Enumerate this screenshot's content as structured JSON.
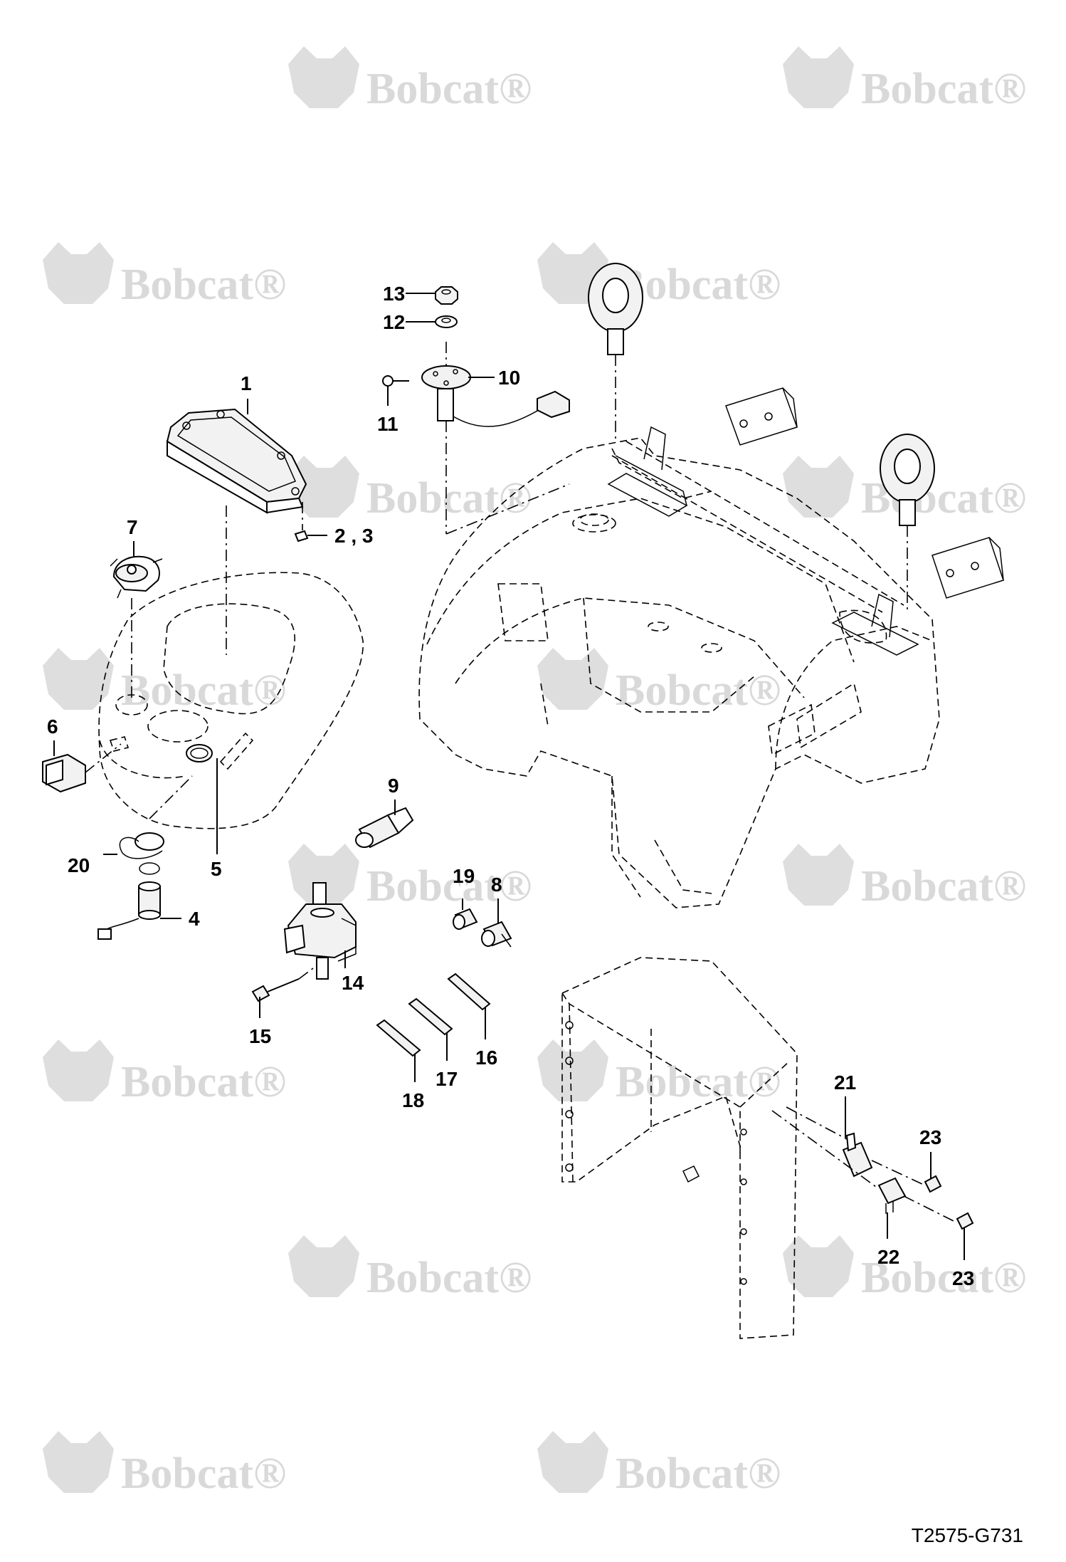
{
  "figure_id": "T2575-G731",
  "watermark": {
    "text": "Bobcat",
    "mark": "®"
  },
  "callouts": [
    {
      "id": "c1",
      "text": "1"
    },
    {
      "id": "c2",
      "text": "2 , 3"
    },
    {
      "id": "c4",
      "text": "4"
    },
    {
      "id": "c5",
      "text": "5"
    },
    {
      "id": "c6",
      "text": "6"
    },
    {
      "id": "c7",
      "text": "7"
    },
    {
      "id": "c8",
      "text": "8"
    },
    {
      "id": "c9",
      "text": "9"
    },
    {
      "id": "c10",
      "text": "10"
    },
    {
      "id": "c11",
      "text": "11"
    },
    {
      "id": "c12",
      "text": "12"
    },
    {
      "id": "c13",
      "text": "13"
    },
    {
      "id": "c14",
      "text": "14"
    },
    {
      "id": "c15",
      "text": "15"
    },
    {
      "id": "c16",
      "text": "16"
    },
    {
      "id": "c17",
      "text": "17"
    },
    {
      "id": "c18",
      "text": "18"
    },
    {
      "id": "c19",
      "text": "19"
    },
    {
      "id": "c20",
      "text": "20"
    },
    {
      "id": "c21",
      "text": "21"
    },
    {
      "id": "c22",
      "text": "22"
    },
    {
      "id": "c23a",
      "text": "23"
    },
    {
      "id": "c23b",
      "text": "23"
    }
  ]
}
